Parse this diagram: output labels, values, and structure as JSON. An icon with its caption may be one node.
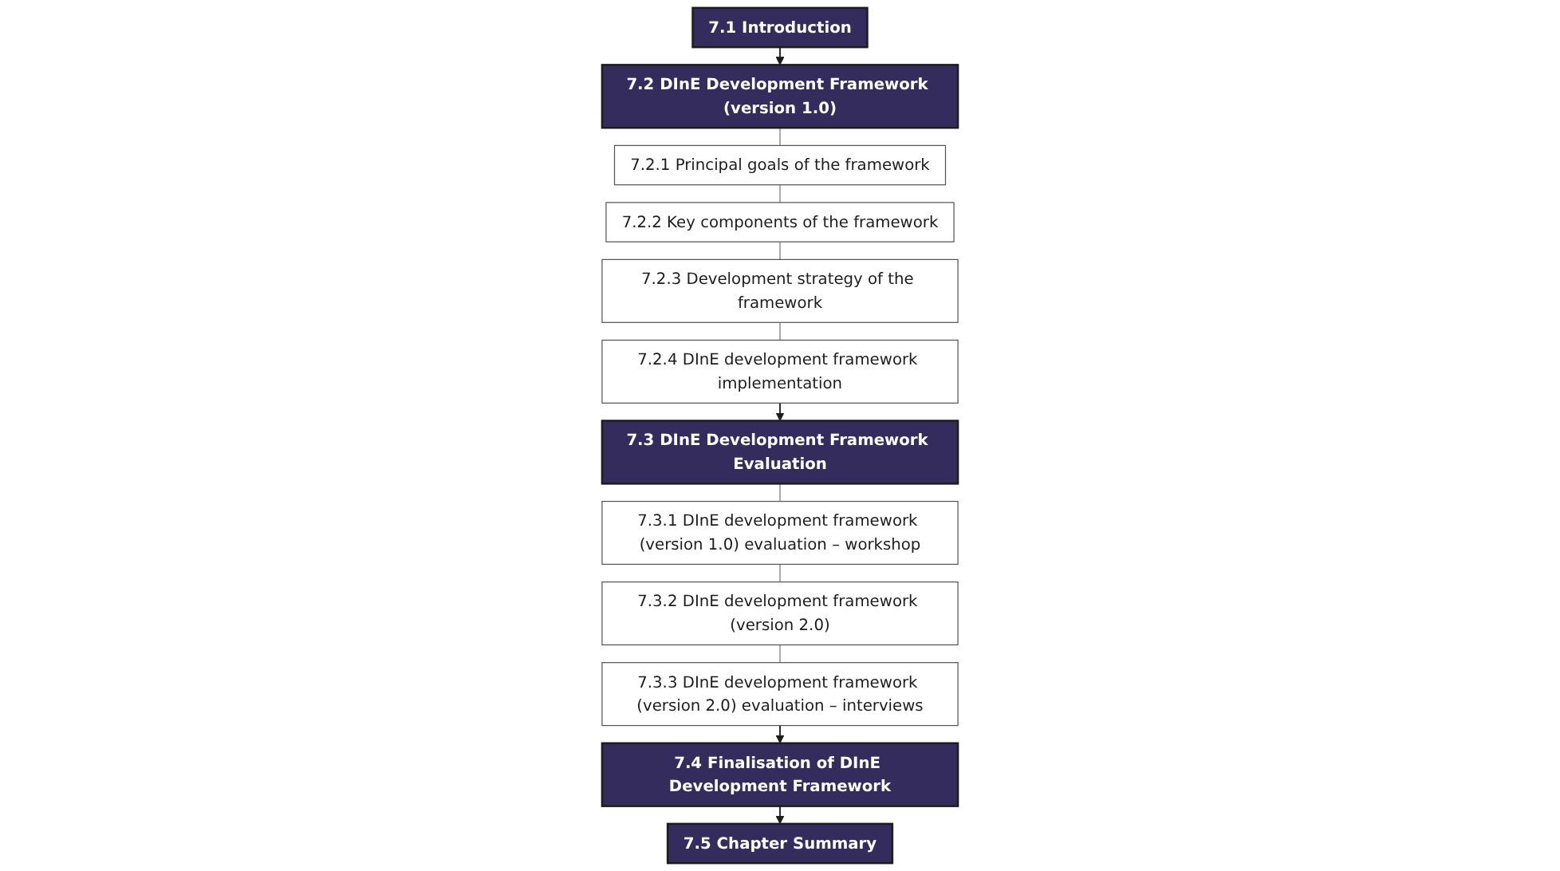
{
  "diagram": {
    "nodes": [
      {
        "text": [
          "7.1 Introduction"
        ]
      },
      {
        "text": [
          "7.2 DInE Development Framework (version 1.0)"
        ]
      },
      {
        "text": [
          "7.2.1 Principal goals of the framework"
        ]
      },
      {
        "text": [
          "7.2.2 Key components of the framework"
        ]
      },
      {
        "text": [
          "7.2.3 Development strategy of the framework"
        ]
      },
      {
        "text": [
          "7.2.4 DInE development framework implementation"
        ]
      },
      {
        "text": [
          "7.3 DInE Development Framework Evaluation"
        ]
      },
      {
        "text": [
          "7.3.1 DInE development framework (version 1.0) evaluation – workshop"
        ]
      },
      {
        "text": [
          "7.3.2 DInE development framework (version 2.0)"
        ]
      },
      {
        "text": [
          "7.3.3 DInE development framework (version 2.0) evaluation – interviews"
        ]
      },
      {
        "text": [
          "7.4 Finalisation of DInE Development Framework"
        ]
      },
      {
        "text": [
          "7.5 Chapter Summary"
        ]
      }
    ],
    "edges": [
      {
        "from": 0,
        "to": 1,
        "arrow": "to",
        "color": "#1c1c1c"
      },
      {
        "from": 1,
        "to": 2,
        "arrow": "none"
      },
      {
        "from": 2,
        "to": 3,
        "arrow": "none"
      },
      {
        "from": 3,
        "to": 4,
        "arrow": "none"
      },
      {
        "from": 4,
        "to": 5,
        "arrow": "none"
      },
      {
        "from": 5,
        "to": 6,
        "arrow": "to",
        "color": "#1c1c1c"
      },
      {
        "from": 6,
        "to": 7,
        "arrow": "none"
      },
      {
        "from": 7,
        "to": 8,
        "arrow": "none"
      },
      {
        "from": 8,
        "to": 9,
        "arrow": "none"
      },
      {
        "from": 9,
        "to": 10,
        "arrow": "to",
        "color": "#1c1c1c"
      },
      {
        "from": 10,
        "to": 11,
        "arrow": "to",
        "color": "#1c1c1c"
      }
    ]
  }
}
